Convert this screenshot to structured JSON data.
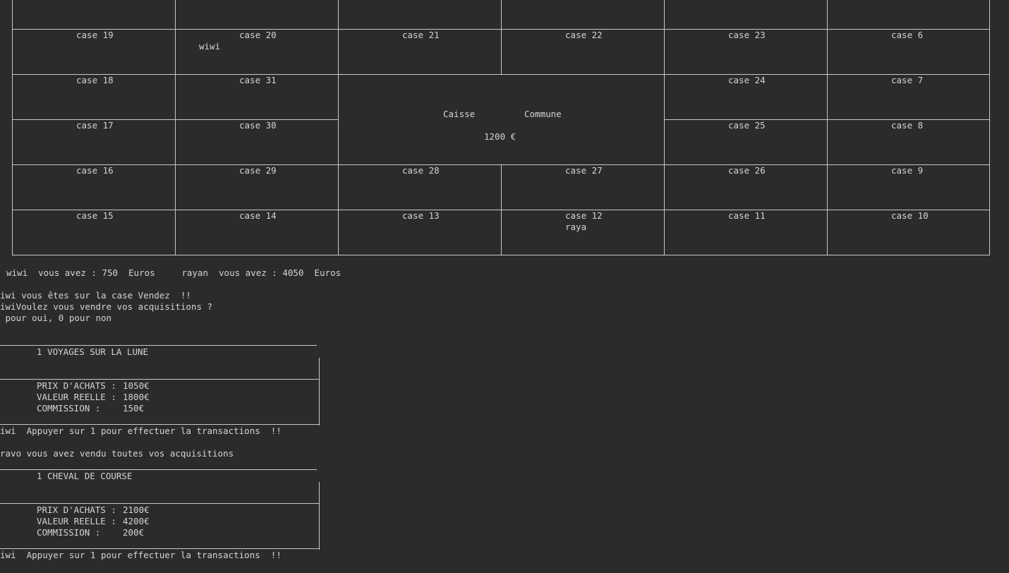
{
  "board": {
    "rows": [
      [
        {
          "label": "case 19",
          "player": ""
        },
        {
          "label": "case 20",
          "player": "wiwi"
        },
        {
          "label": "case 21",
          "player": ""
        },
        {
          "label": "case 22",
          "player": ""
        },
        {
          "label": "case 23",
          "player": ""
        },
        {
          "label": "case 6",
          "player": ""
        }
      ],
      [
        {
          "label": "case 18",
          "player": ""
        },
        {
          "label": "case 31",
          "player": ""
        },
        null,
        null,
        {
          "label": "case 24",
          "player": ""
        },
        {
          "label": "case 7",
          "player": ""
        }
      ],
      [
        {
          "label": "case 17",
          "player": ""
        },
        {
          "label": "case 30",
          "player": ""
        },
        null,
        null,
        {
          "label": "case 25",
          "player": ""
        },
        {
          "label": "case 8",
          "player": ""
        }
      ],
      [
        {
          "label": "case 16",
          "player": ""
        },
        {
          "label": "case 29",
          "player": ""
        },
        {
          "label": "case 28",
          "player": ""
        },
        {
          "label": "case 27",
          "player": ""
        },
        {
          "label": "case 26",
          "player": ""
        },
        {
          "label": "case 9",
          "player": ""
        }
      ],
      [
        {
          "label": "case 15",
          "player": ""
        },
        {
          "label": "case 14",
          "player": ""
        },
        {
          "label": "case 13",
          "player": ""
        },
        {
          "label": "case 12",
          "player": "raya"
        },
        {
          "label": "case 11",
          "player": ""
        },
        {
          "label": "case 10",
          "player": ""
        }
      ]
    ],
    "center": {
      "word1": "Caisse",
      "word2": "Commune",
      "amount": "1200 €"
    }
  },
  "status": {
    "balances": "wiwi  vous avez : 750  Euros     rayan  vous avez : 4050  Euros"
  },
  "log": {
    "line1": "iwi vous êtes sur la case Vendez  !!",
    "line2": "iwiVoulez vous vendre vos acquisitions ?",
    "line3": " pour oui, 0 pour non",
    "line4": "",
    "line_transaction_1": "iwi  Appuyer sur 1 pour effectuer la transactions  !!",
    "line_blank": "",
    "line_bravo": "ravo vous avez vendu toutes vos acquisitions",
    "line_transaction_2": "iwi  Appuyer sur 1 pour effectuer la transactions  !!"
  },
  "cards": [
    {
      "title": "1 VOYAGES SUR LA LUNE",
      "prix_label": "PRIX D'ACHATS :",
      "prix": "1050€",
      "valeur_label": "VALEUR REELLE :",
      "valeur": "1800€",
      "commission_label": "COMMISSION :",
      "commission": "150€"
    },
    {
      "title": "1 CHEVAL DE COURSE",
      "prix_label": "PRIX D'ACHATS :",
      "prix": "2100€",
      "valeur_label": "VALEUR REELLE :",
      "valeur": "4200€",
      "commission_label": "COMMISSION :",
      "commission": "200€"
    }
  ]
}
